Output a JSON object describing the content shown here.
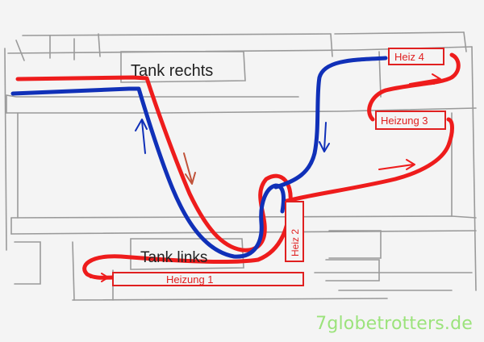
{
  "labels": {
    "tank_right": "Tank rechts",
    "tank_left": "Tank links",
    "heiz4": "Heiz 4",
    "heizung3": "Heizung 3",
    "heiz2": "Heiz 2",
    "heizung1": "Heizung 1"
  },
  "watermark": "7globetrotters.de",
  "colors": {
    "hot_line": "#ee1c1c",
    "cold_line": "#1030b8",
    "sketch_lines": "#9a9a9a",
    "label_red": "#e02020",
    "label_black": "#222222",
    "watermark": "#9be37b",
    "background": "#f4f4f4"
  },
  "icons": {
    "flow_arrow_up": "up-arrow-icon",
    "flow_arrow_down": "down-arrow-icon",
    "flow_arrow_right": "right-arrow-icon"
  }
}
